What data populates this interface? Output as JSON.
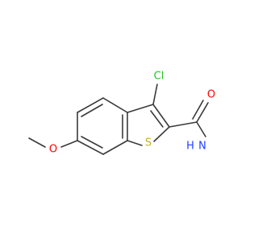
{
  "atoms": {
    "chlorine": {
      "text": "Cl"
    },
    "oxygen_carbonyl": {
      "text": "O"
    },
    "oxygen_methoxy": {
      "text": "O"
    },
    "sulfur": {
      "text": "S"
    },
    "nitrogen": {
      "text": "N"
    },
    "hydrogen": {
      "text": "H"
    }
  },
  "colors": {
    "bond": "#3a3a3a",
    "chlorine": "#22c422",
    "oxygen": "#ff0000",
    "sulfur": "#c2b320",
    "nitrogen": "#1f3fff"
  }
}
